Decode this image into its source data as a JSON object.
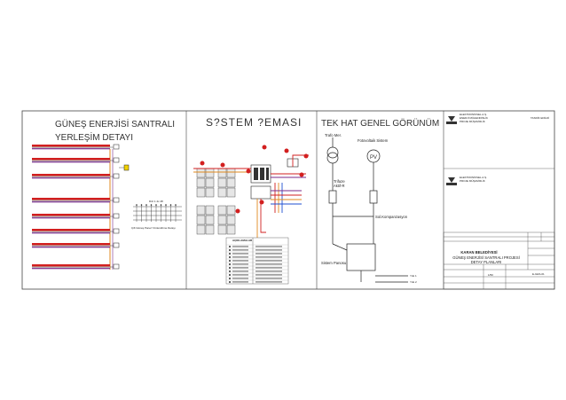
{
  "panels": {
    "layout_title_1": "GÜNEŞ ENERJİSİ SANTRALI",
    "layout_title_2": "YERLEŞİM DETAYI",
    "system_title": "S?STEM ?EMASI",
    "single_line_title": "TEK HAT GENEL GÖRÜNÜM"
  },
  "single_line": {
    "transformer_label": "Trafo Mer.",
    "pv_label": "Fotovoltaik Sistem",
    "pv_symbol": "PV",
    "meter_label_1": "Trifaze",
    "meter_label_2": "Aktif-R",
    "breaker_label": "Sol.Kompanzasyon",
    "panel_label": "Sistem Panosu",
    "output_labels": [
      "Yük 1",
      "Yük 2"
    ]
  },
  "layout_detail": {
    "string_note": "Dizi 1 4x 48",
    "caption": "Çift Güneş Panel Yönlendirme Detayı"
  },
  "system_legend": {
    "title": "AÇIKLAMALAR"
  },
  "title_block": {
    "company_logo_text": [
      "ELEKTRONİKSEL A.Ş.",
      "ENERJİ MÜHENDİSLİK",
      "PROJE MÜŞAVİRLİK"
    ],
    "right_top_label": "TASDİK EDİLDİ",
    "company_logo_text_2": [
      "ELEKTRONİKSEL A.Ş.",
      "PROJE MÜŞAVİRLİK"
    ],
    "project_line_1": "KARAN BELEDİYESİ",
    "project_line_2": "GÜNEŞ ENERJİSİ SANTRALI PROJESİ",
    "project_line_3": "DETAY PLANLARI",
    "drawing_no": "E-GES-01",
    "scale": "1/50"
  },
  "colors": {
    "border": "#444444",
    "orange": "#e08a1e",
    "red": "#d21f1f",
    "yellow": "#f2d200",
    "purple": "#7a2a8a",
    "blue": "#1f4fd2",
    "panel_gray": "#b8b8b8"
  }
}
